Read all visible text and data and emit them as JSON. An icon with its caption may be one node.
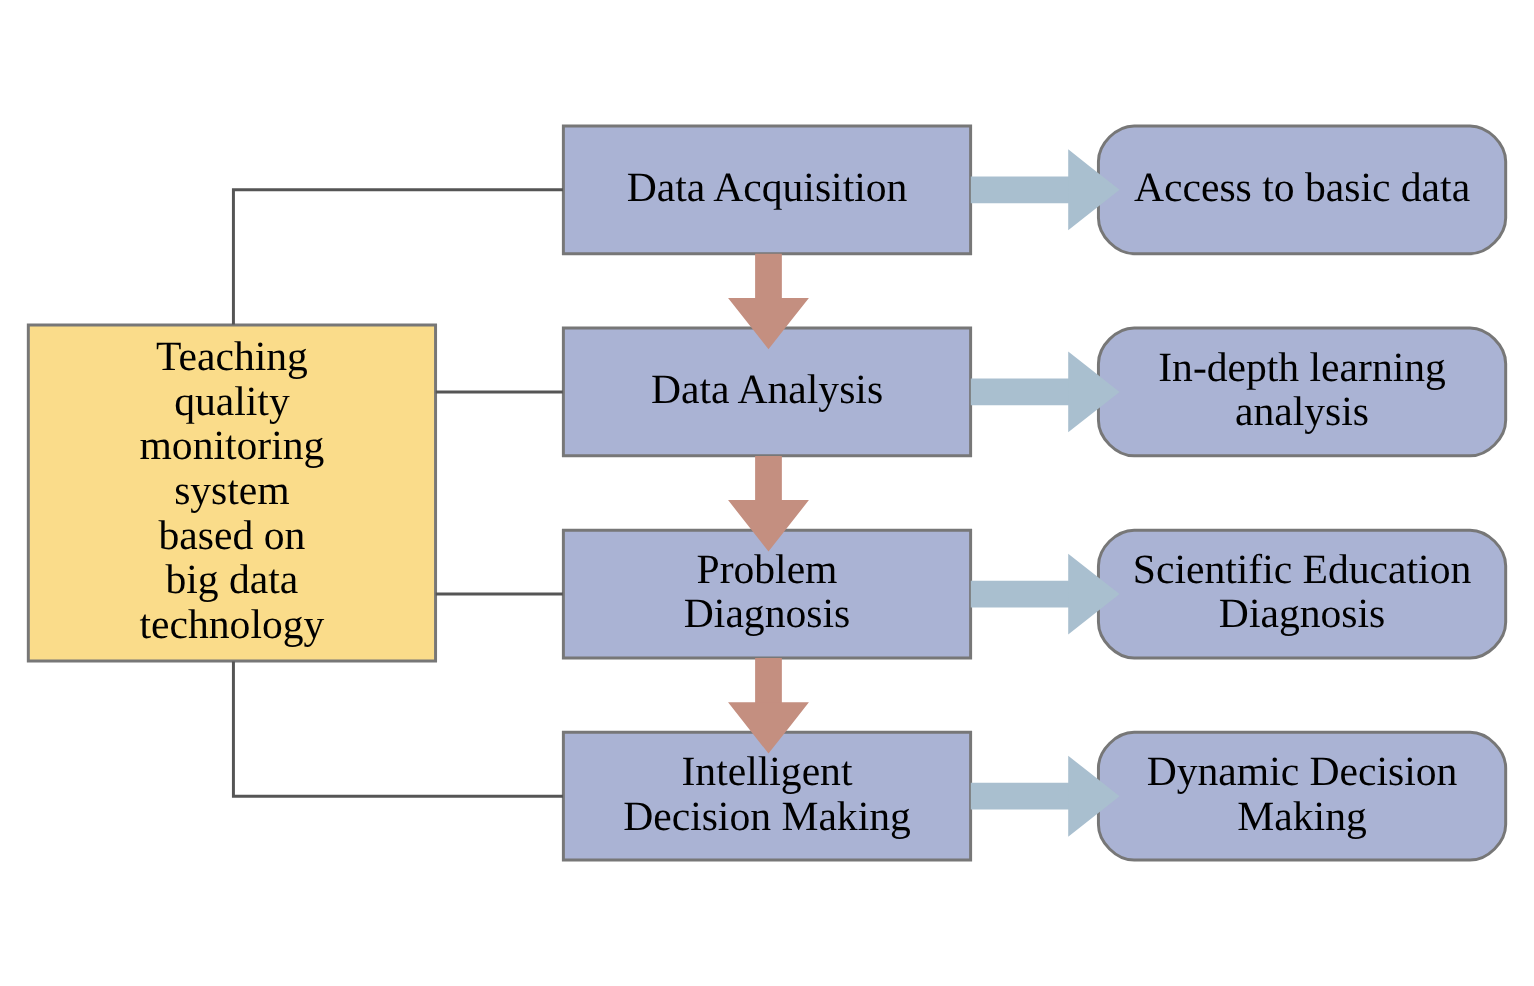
{
  "diagram": {
    "nodes": [
      {
        "text": [
          "Teaching quality monitoring system based on big data technology"
        ]
      },
      {
        "text": [
          "Data Acquisition"
        ]
      },
      {
        "text": [
          "Data Analysis"
        ]
      },
      {
        "text": [
          "Problem Diagnosis"
        ]
      },
      {
        "text": [
          "Intelligent Decision Making"
        ]
      },
      {
        "text": [
          "Access to basic data"
        ]
      },
      {
        "text": [
          "In-depth learning analysis"
        ]
      },
      {
        "text": [
          "Scientific Education Diagnosis"
        ]
      },
      {
        "text": [
          "Dynamic Decision Making"
        ]
      }
    ],
    "edges": [
      {
        "from": 0,
        "to": 1,
        "arrow": "none"
      },
      {
        "from": 0,
        "to": 2,
        "arrow": "none"
      },
      {
        "from": 0,
        "to": 3,
        "arrow": "none"
      },
      {
        "from": 0,
        "to": 4,
        "arrow": "none"
      },
      {
        "from": 1,
        "to": 2,
        "arrow": "to",
        "color": "#c48f80"
      },
      {
        "from": 2,
        "to": 3,
        "arrow": "to",
        "color": "#c48f80"
      },
      {
        "from": 3,
        "to": 4,
        "arrow": "to",
        "color": "#c48f80"
      },
      {
        "from": 1,
        "to": 5,
        "arrow": "to",
        "color": "#a9bfcf"
      },
      {
        "from": 2,
        "to": 6,
        "arrow": "to",
        "color": "#a9bfcf"
      },
      {
        "from": 3,
        "to": 7,
        "arrow": "to",
        "color": "#a9bfcf"
      },
      {
        "from": 4,
        "to": 8,
        "arrow": "to",
        "color": "#a9bfcf"
      }
    ]
  }
}
